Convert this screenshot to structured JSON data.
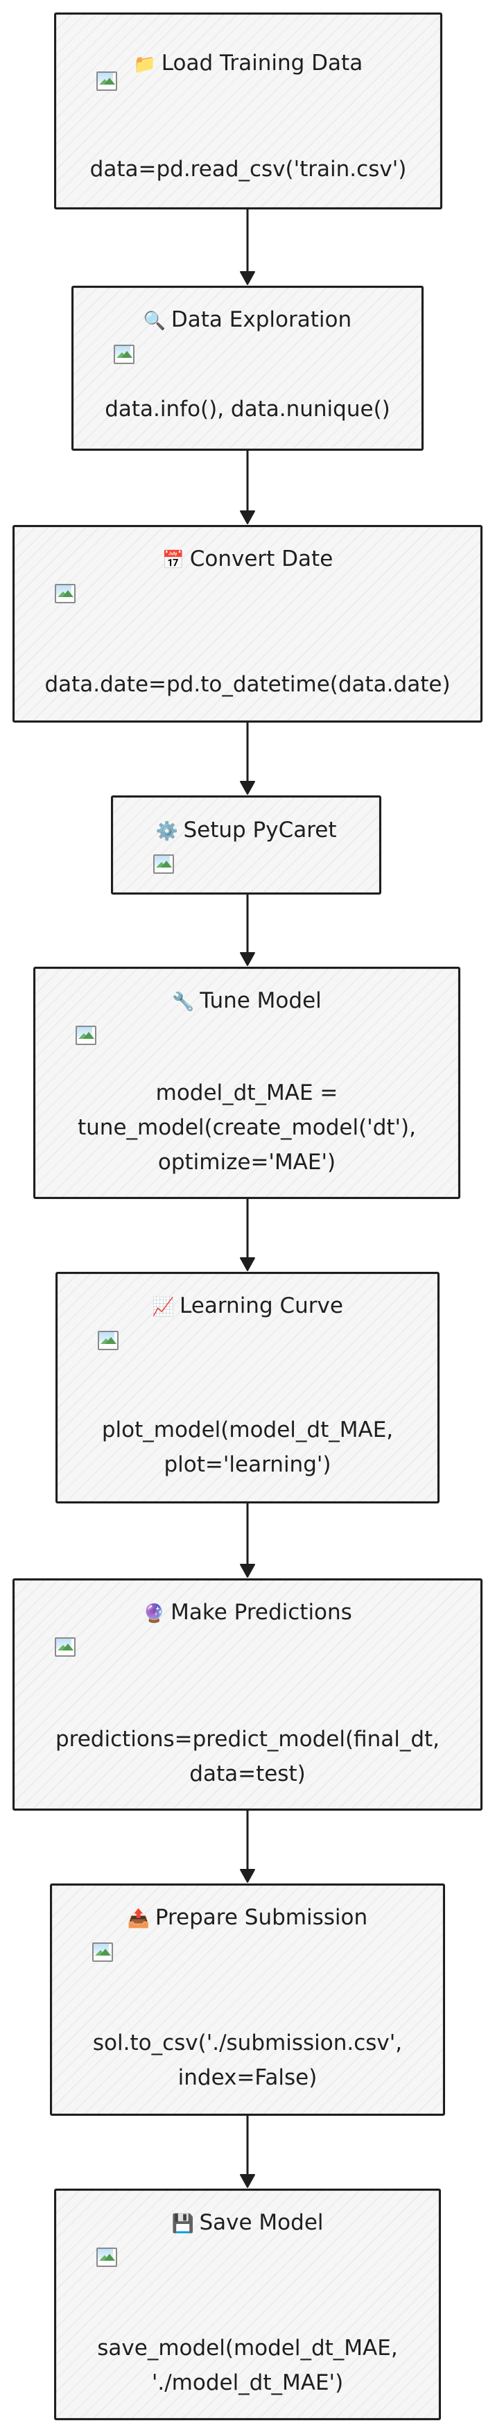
{
  "diagram": {
    "nodes": [
      {
        "id": "load",
        "emoji": "📁",
        "title": "Load Training Data",
        "code": [
          "data=pd.read_csv('train.csv')"
        ]
      },
      {
        "id": "explore",
        "emoji": "🔍",
        "title": "Data Exploration",
        "code": [
          "data.info(), data.nunique()"
        ]
      },
      {
        "id": "date",
        "emoji": "📅",
        "title": "Convert Date",
        "code": [
          "data.date=pd.to_datetime(data.date)"
        ]
      },
      {
        "id": "setup",
        "emoji": "⚙️",
        "title": "Setup PyCaret",
        "code": []
      },
      {
        "id": "tune",
        "emoji": "🔧",
        "title": "Tune Model",
        "code": [
          "model_dt_MAE =",
          "tune_model(create_model('dt'),",
          "optimize='MAE')"
        ]
      },
      {
        "id": "curve",
        "emoji": "📈",
        "title": "Learning Curve",
        "code": [
          "plot_model(model_dt_MAE,",
          "plot='learning')"
        ]
      },
      {
        "id": "predict",
        "emoji": "🔮",
        "title": "Make Predictions",
        "code": [
          "predictions=predict_model(final_dt,",
          "data=test)"
        ]
      },
      {
        "id": "submit",
        "emoji": "📤",
        "title": "Prepare Submission",
        "code": [
          "sol.to_csv('./submission.csv',",
          "index=False)"
        ]
      },
      {
        "id": "save",
        "emoji": "💾",
        "title": "Save Model",
        "code": [
          "save_model(model_dt_MAE,",
          "'./model_dt_MAE')"
        ]
      }
    ],
    "edges": [
      {
        "from": "load",
        "to": "explore"
      },
      {
        "from": "explore",
        "to": "date"
      },
      {
        "from": "date",
        "to": "setup"
      },
      {
        "from": "setup",
        "to": "tune"
      },
      {
        "from": "tune",
        "to": "curve"
      },
      {
        "from": "curve",
        "to": "predict"
      },
      {
        "from": "predict",
        "to": "submit"
      },
      {
        "from": "submit",
        "to": "save"
      }
    ]
  }
}
